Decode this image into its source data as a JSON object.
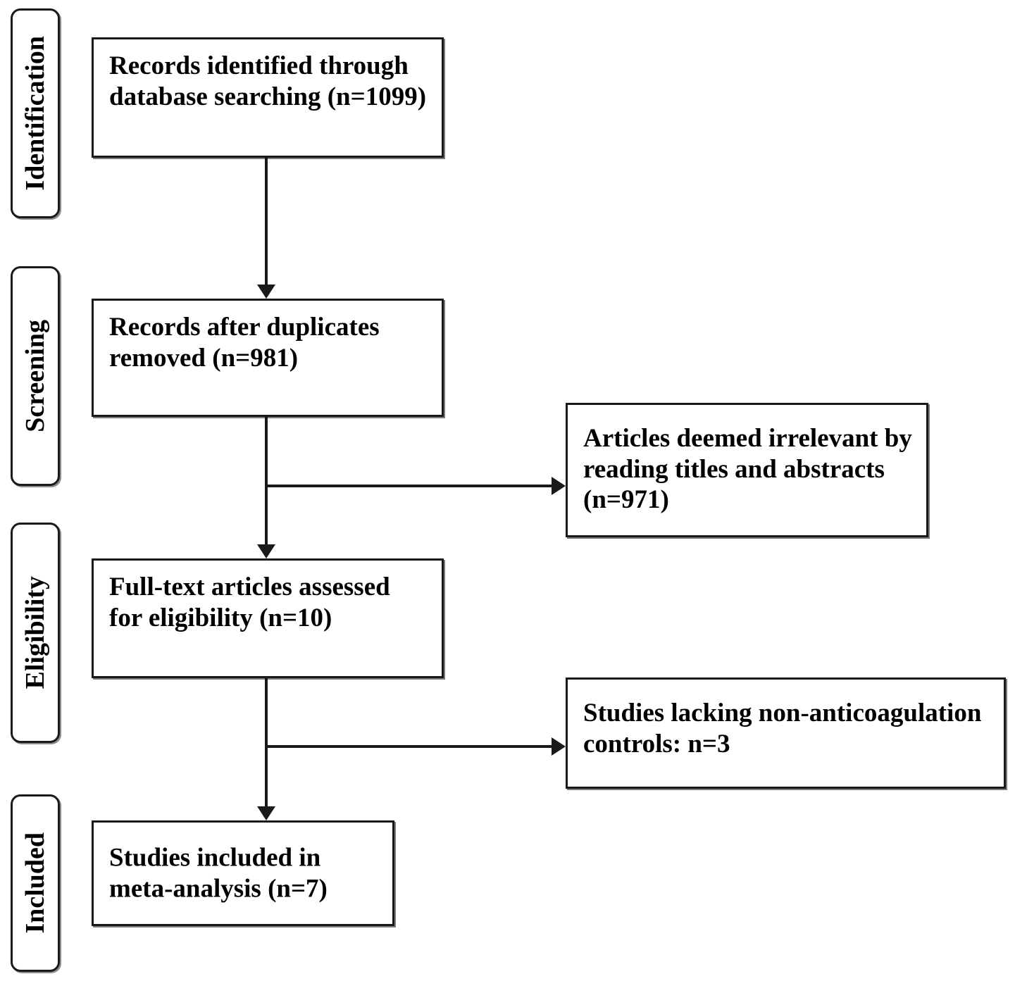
{
  "diagram": {
    "type": "prisma-flow-diagram",
    "stages": [
      {
        "id": "identification",
        "label": "Identification"
      },
      {
        "id": "screening",
        "label": "Screening"
      },
      {
        "id": "eligibility",
        "label": "Eligibility"
      },
      {
        "id": "included",
        "label": "Included"
      }
    ],
    "boxes": [
      {
        "id": "records-identified",
        "line1": "Records identified through",
        "line2": "database searching (n=1099)",
        "count": 1099
      },
      {
        "id": "records-after-duplicates",
        "line1": "Records after duplicates",
        "line2": "removed (n=981)",
        "count": 981
      },
      {
        "id": "fulltext-assessed",
        "line1": "Full-text articles assessed",
        "line2": "for eligibility (n=10)",
        "count": 10
      },
      {
        "id": "studies-included",
        "line1": "Studies included in",
        "line2": "meta-analysis (n=7)",
        "count": 7
      }
    ],
    "exclusions": [
      {
        "id": "irrelevant-by-title-abstract",
        "line1": "Articles deemed irrelevant by",
        "line2": "reading titles and abstracts",
        "line3": "(n=971)",
        "count": 971
      },
      {
        "id": "lacking-controls",
        "line1": "Studies lacking non-anticoagulation",
        "line2": "controls: n=3",
        "line3": "",
        "count": 3
      }
    ],
    "colors": {
      "stroke": "#1a1a1a",
      "shadow": "#7a7a7a",
      "fill": "#ffffff",
      "text": "#000000"
    }
  }
}
